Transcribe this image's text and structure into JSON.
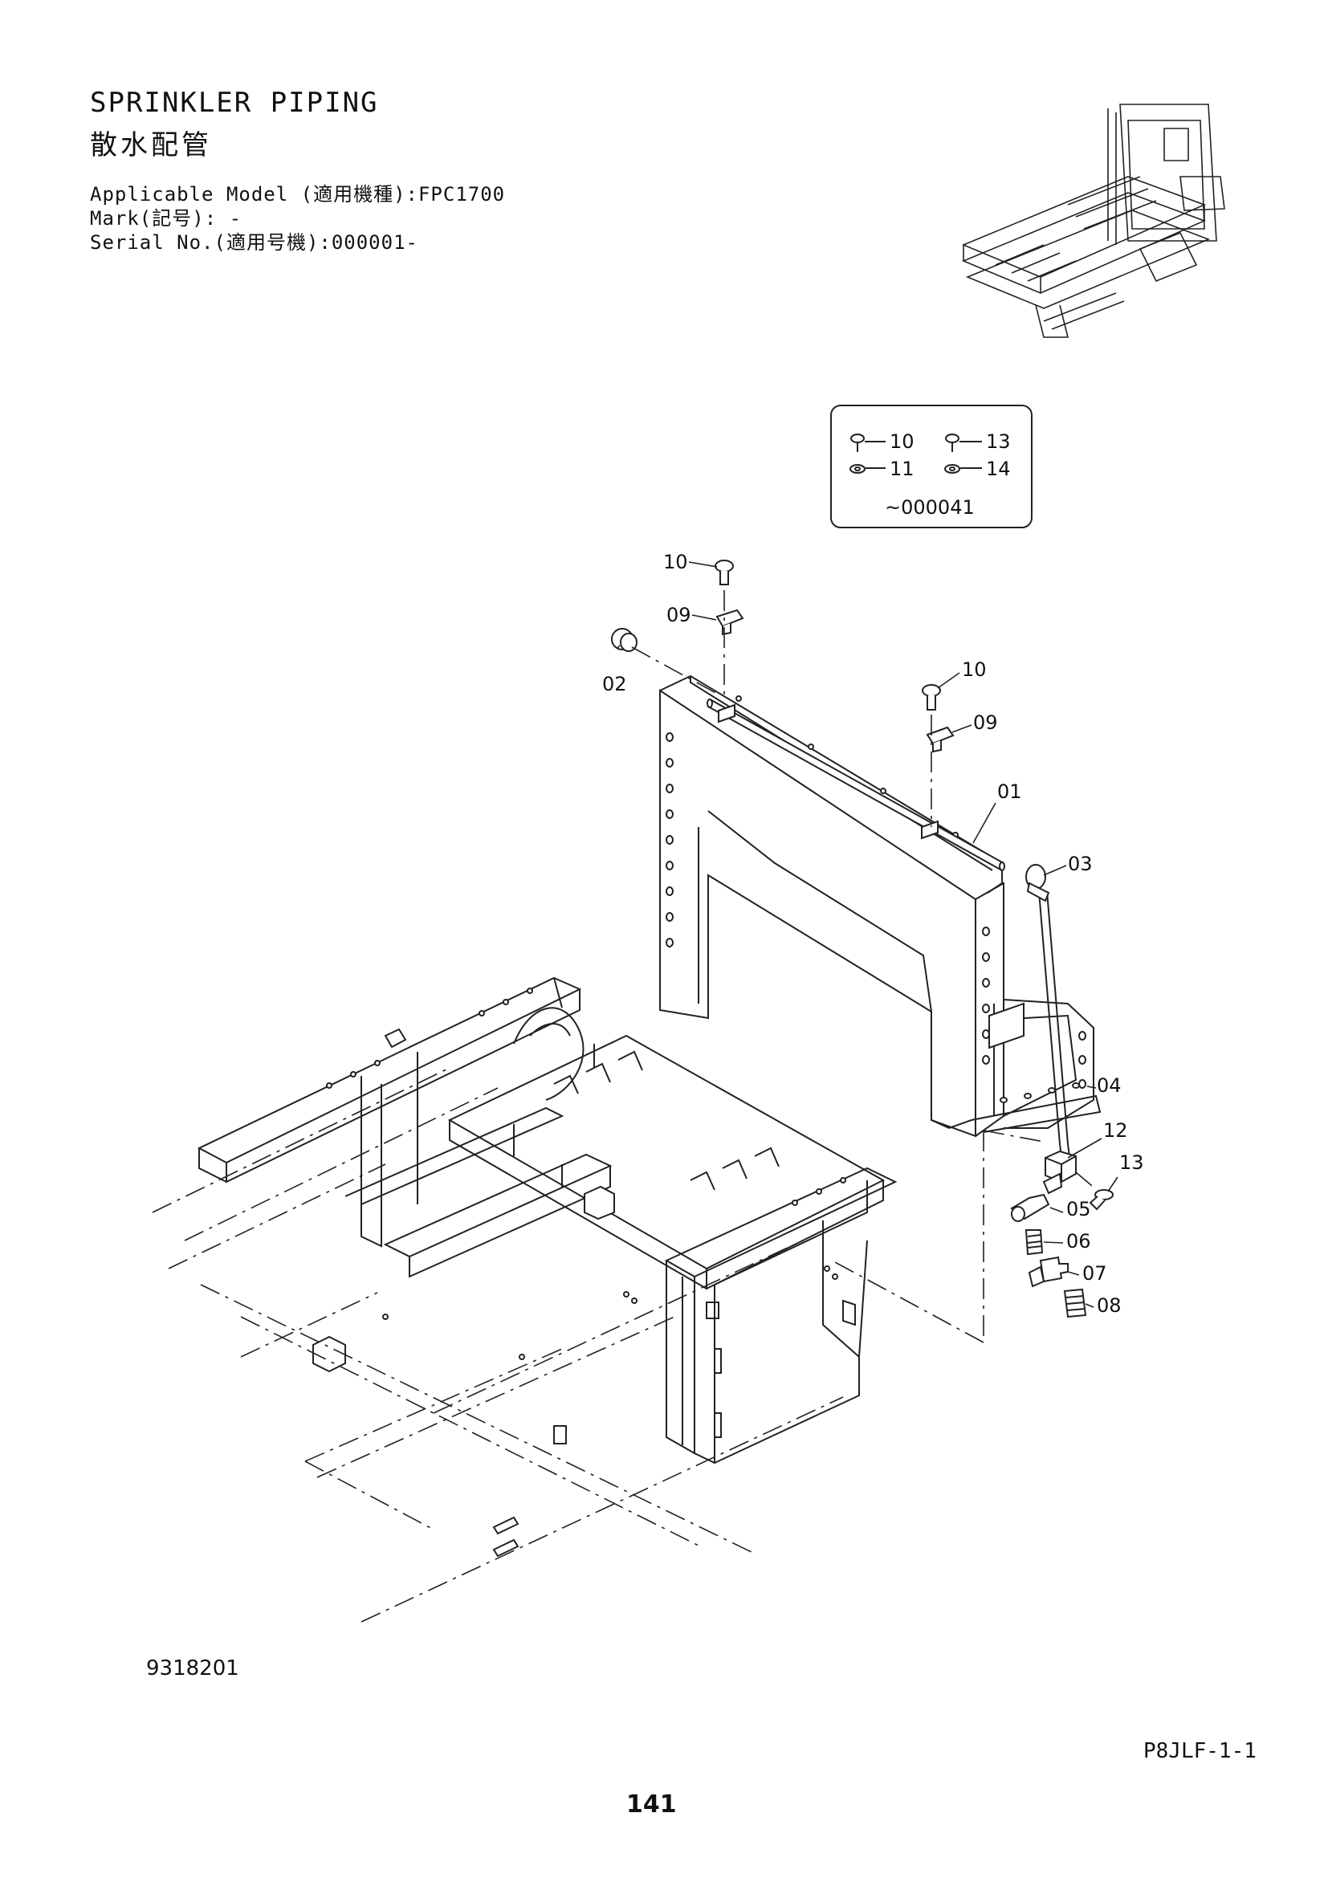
{
  "header": {
    "title_en": "SPRINKLER PIPING",
    "title_jp": "散水配管",
    "applicable_model": "Applicable Model (適用機種):FPC1700",
    "mark": "Mark(記号): -",
    "serial_no": "Serial No.(適用号機):000001-"
  },
  "inset": {
    "labels": [
      "10",
      "13",
      "11",
      "14"
    ],
    "serial_range": "~000041"
  },
  "callouts": {
    "p01": "01",
    "p02": "02",
    "p03": "03",
    "p04": "04",
    "p05": "05",
    "p06": "06",
    "p07": "07",
    "p08": "08",
    "p09a": "09",
    "p09b": "09",
    "p10a": "10",
    "p10b": "10",
    "p12": "12",
    "p13": "13"
  },
  "footer": {
    "drawing_no": "9318201",
    "section_code": "P8JLF-1-1",
    "page_number": "141"
  }
}
